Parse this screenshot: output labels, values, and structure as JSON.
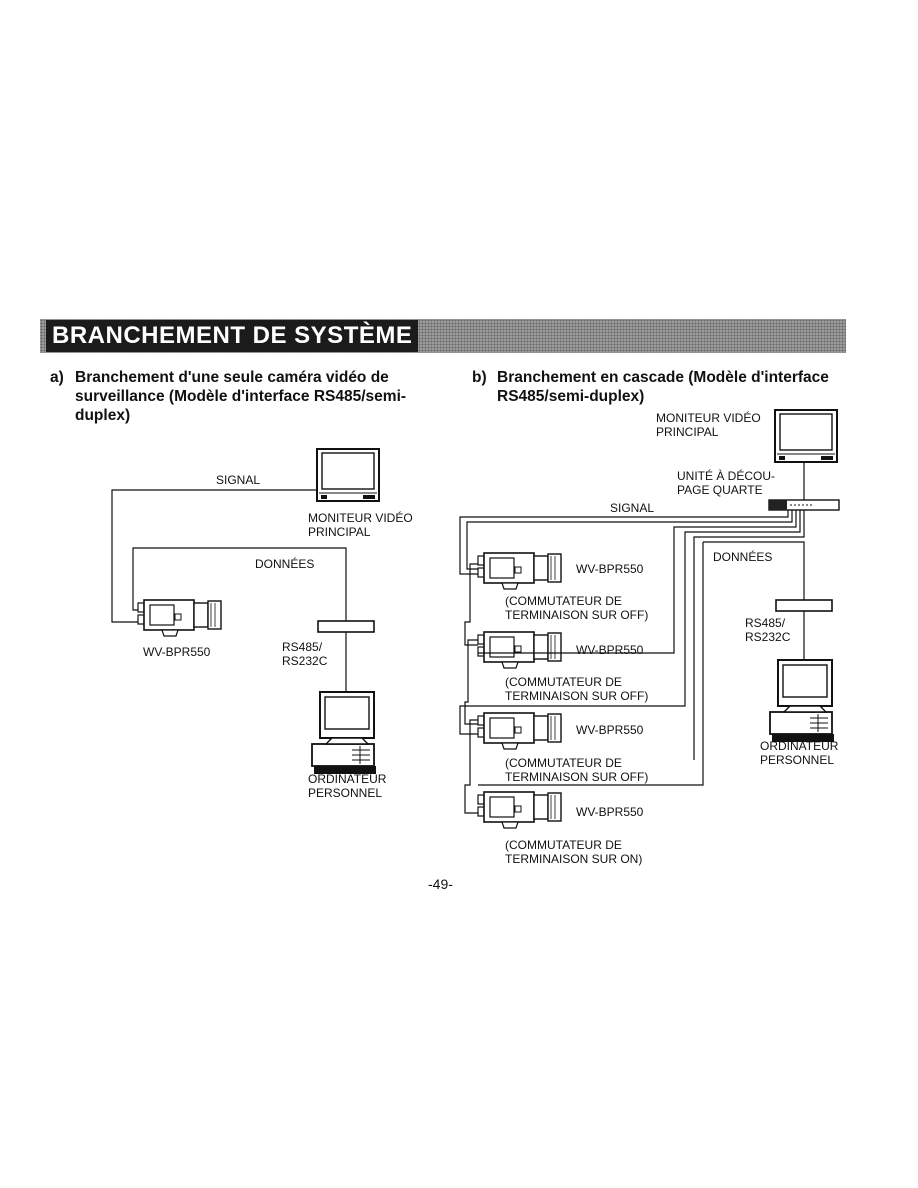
{
  "header": {
    "title": "BRANCHEMENT DE SYSTÈME"
  },
  "section_a": {
    "letter": "a)",
    "heading": "Branchement d'une seule caméra vidéo de surveillance (Modèle d'interface RS485/semi-duplex)",
    "signal_label": "SIGNAL",
    "monitor_label": "MONITEUR VIDÉO\nPRINCIPAL",
    "data_label": "DONNÉES",
    "camera_label": "WV-BPR550",
    "converter_label": "RS485/\nRS232C",
    "pc_label": "ORDINATEUR\nPERSONNEL"
  },
  "section_b": {
    "letter": "b)",
    "heading": "Branchement en cascade (Modèle d'interface RS485/semi-duplex)",
    "monitor_label": "MONITEUR VIDÉO\nPRINCIPAL",
    "quad_label": "UNITÉ À DÉCOU-\nPAGE QUARTE",
    "signal_label": "SIGNAL",
    "data_label": "DONNÉES",
    "converter_label": "RS485/\nRS232C",
    "pc_label": "ORDINATEUR\nPERSONNEL",
    "cameras": [
      {
        "model": "WV-BPR550",
        "switch_note": "(COMMUTATEUR DE\nTERMINAISON SUR OFF)"
      },
      {
        "model": "WV-BPR550",
        "switch_note": "(COMMUTATEUR DE\nTERMINAISON SUR OFF)"
      },
      {
        "model": "WV-BPR550",
        "switch_note": "(COMMUTATEUR DE\nTERMINAISON SUR OFF)"
      },
      {
        "model": "WV-BPR550",
        "switch_note": "(COMMUTATEUR DE\nTERMINAISON SUR ON)"
      }
    ]
  },
  "footer": {
    "page_number": "-49-"
  }
}
